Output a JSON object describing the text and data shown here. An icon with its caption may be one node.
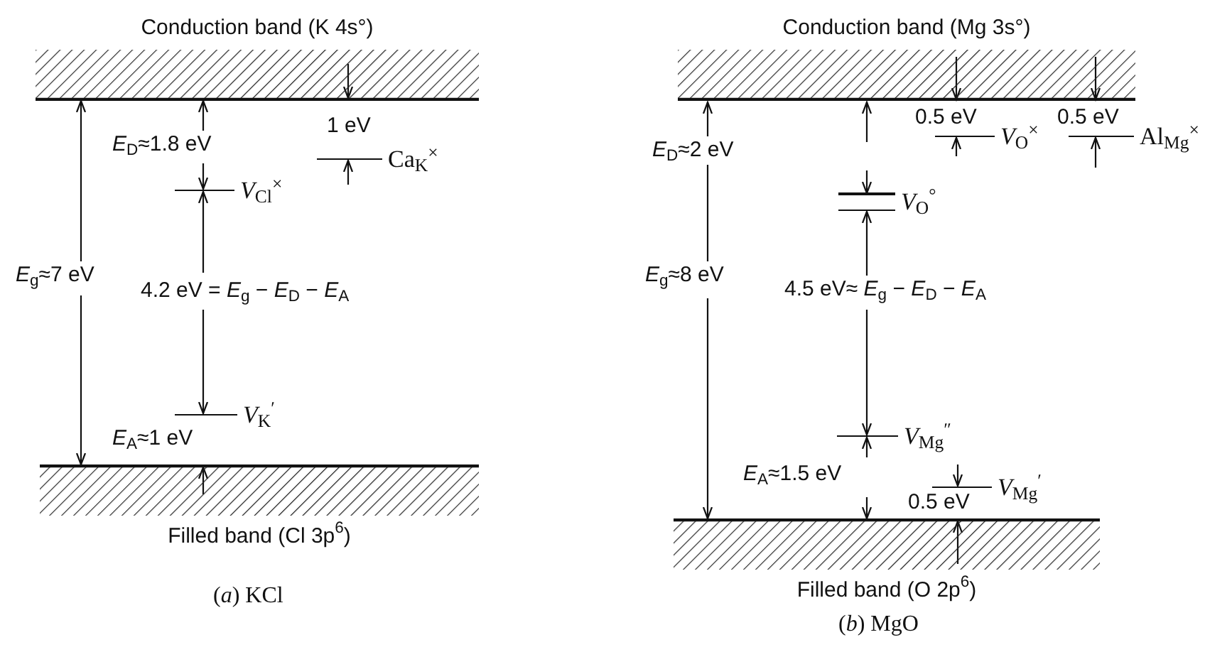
{
  "diagram": {
    "nodes": [
      {
        "text": [
          "Conduction band (K 4s°)"
        ]
      },
      {
        "text": [
          "*V*$_{Cl}$$^{×}$"
        ]
      },
      {
        "text": [
          "Ca$_{K}$$^{×}$"
        ]
      },
      {
        "text": [
          "*V*$_{K}$$^{′}$"
        ]
      },
      {
        "text": [
          "Filled band (Cl 3p$^{6}$)"
        ]
      },
      {
        "text": [
          "Conduction band (Mg 3s°)"
        ]
      },
      {
        "text": [
          "*V*$_{O}$$^{×}$"
        ]
      },
      {
        "text": [
          "Al$_{Mg}$$^{×}$"
        ]
      },
      {
        "text": [
          "*V*$_{O}$$^{°}$"
        ]
      },
      {
        "text": [
          "*V*$_{Mg}$$^{″}$"
        ]
      },
      {
        "text": [
          "*V*$_{Mg}$$^{′}$"
        ]
      },
      {
        "text": [
          "Filled band (O 2p$^{6}$)"
        ]
      }
    ],
    "labels": [
      "*E*$_{D}$≈1.8 eV",
      "1 eV",
      "*E*$_{g}$≈7 eV",
      "4.2 eV = *E*$_{g}$ − *E*$_{D}$ − *E*$_{A}$",
      "*E*$_{A}$≈1 eV",
      "(*a*) KCl",
      "0.5 eV",
      "0.5 eV",
      "*E*$_{D}$≈2 eV",
      "*E*$_{g}$≈8 eV",
      "4.5 eV≈ *E*$_{g}$ − *E*$_{D}$ − *E*$_{A}$",
      "*E*$_{A}$≈1.5 eV",
      "0.5 eV",
      "(*b*) MgO"
    ]
  }
}
